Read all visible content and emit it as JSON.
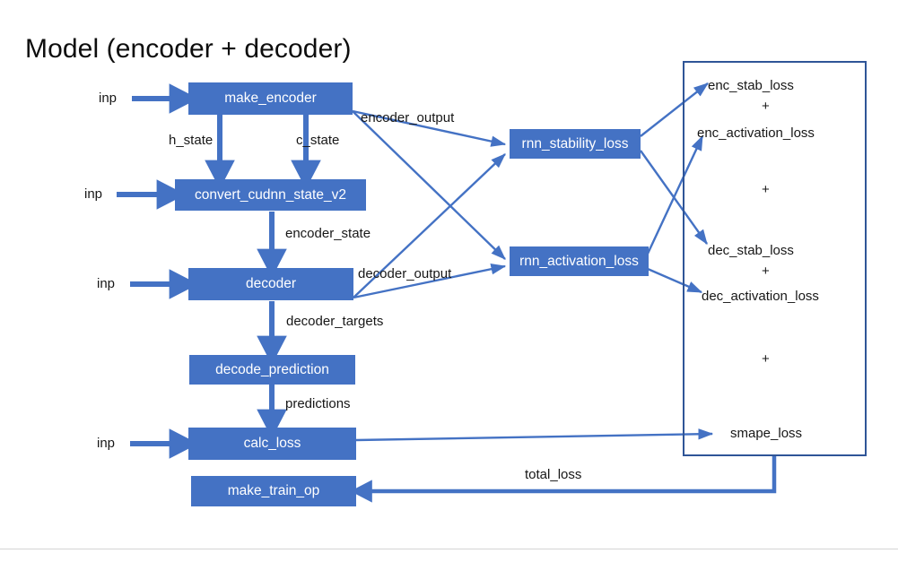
{
  "title": "Model (encoder + decoder)",
  "colors": {
    "node_fill": "#4472c4",
    "node_text": "#ffffff",
    "arrow": "#4472c4",
    "container_border": "#2f5597",
    "text": "#171717"
  },
  "nodes": [
    {
      "id": "make_encoder",
      "label": "make_encoder"
    },
    {
      "id": "convert_cudnn_state_v2",
      "label": "convert_cudnn_state_v2"
    },
    {
      "id": "decoder",
      "label": "decoder"
    },
    {
      "id": "decode_prediction",
      "label": "decode_prediction"
    },
    {
      "id": "calc_loss",
      "label": "calc_loss"
    },
    {
      "id": "make_train_op",
      "label": "make_train_op"
    },
    {
      "id": "rnn_stability_loss",
      "label": "rnn_stability_loss"
    },
    {
      "id": "rnn_activation_loss",
      "label": "rnn_activation_loss"
    }
  ],
  "inputs": [
    {
      "id": "inp_make_encoder",
      "label": "inp"
    },
    {
      "id": "inp_convert",
      "label": "inp"
    },
    {
      "id": "inp_decoder",
      "label": "inp"
    },
    {
      "id": "inp_calc_loss",
      "label": "inp"
    }
  ],
  "edge_labels": [
    {
      "id": "h_state",
      "label": "h_state"
    },
    {
      "id": "c_state",
      "label": "c_state"
    },
    {
      "id": "encoder_output",
      "label": "encoder_output"
    },
    {
      "id": "encoder_state",
      "label": "encoder_state"
    },
    {
      "id": "decoder_output",
      "label": "decoder_output"
    },
    {
      "id": "decoder_targets",
      "label": "decoder_targets"
    },
    {
      "id": "predictions",
      "label": "predictions"
    },
    {
      "id": "total_loss",
      "label": "total_loss"
    }
  ],
  "loss_box": {
    "terms": [
      {
        "id": "enc_stab_loss",
        "label": "enc_stab_loss"
      },
      {
        "id": "plus_1",
        "label": "+"
      },
      {
        "id": "enc_activation_loss",
        "label": "enc_activation_loss"
      },
      {
        "id": "plus_2",
        "label": "+"
      },
      {
        "id": "dec_stab_loss",
        "label": "dec_stab_loss"
      },
      {
        "id": "plus_3",
        "label": "+"
      },
      {
        "id": "dec_activation_loss",
        "label": "dec_activation_loss"
      },
      {
        "id": "plus_4",
        "label": "+"
      },
      {
        "id": "smape_loss",
        "label": "smape_loss"
      }
    ]
  }
}
